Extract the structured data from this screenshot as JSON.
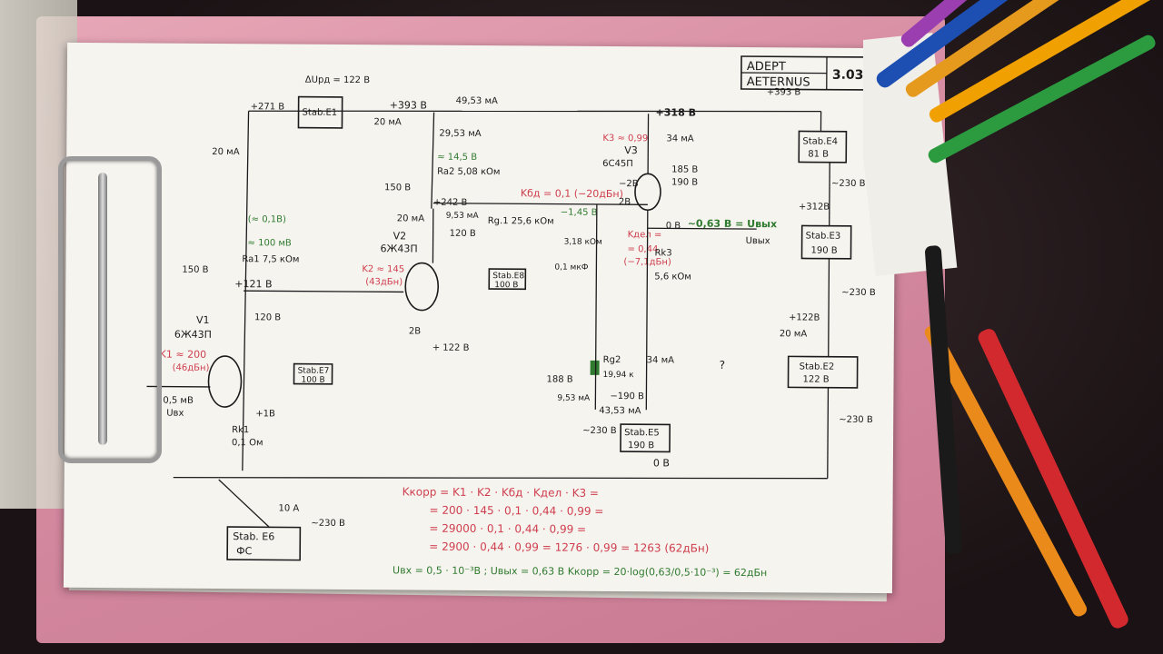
{
  "title_block": {
    "line1": "ADEPT",
    "line2": "AETERNUS",
    "sheet": "3.03"
  },
  "top": {
    "udrop": "ΔUрд = 122 В",
    "v271": "+271 В",
    "stab_e1": "Stab.E1",
    "v393a": "+393 В",
    "i49": "49,53 мА",
    "i20": "20 мА",
    "v393b": "+393 В",
    "i29": "29,53 мА",
    "i20_left": "20 мА"
  },
  "v1": {
    "tube": "V1",
    "type": "6Ж43П",
    "k1": "K1 ≈ 200",
    "k1db": "(46дБн)",
    "ra1_note": "(≈ 0,1В)",
    "ra1_mv": "≈ 100 мВ",
    "ra1": "Ra1  7,5 кОм",
    "v150": "150 В",
    "v121": "+121 В",
    "v120": "120 В",
    "stab_e7": "Stab.E7",
    "stab_e7_v": "100 В",
    "v1b": "+1В",
    "rk1": "Rk1",
    "rk1_val": "0,1 Ом",
    "u05": "0,5 мВ",
    "uvx": "Uвх"
  },
  "v2": {
    "tube": "V2",
    "type": "6Ж43П",
    "k2": "K2 ≈ 145",
    "k2db": "(43дБн)",
    "v14": "≈ 14,5 В",
    "ra2": "Ra2  5,08 кОм",
    "v150": "150 В",
    "v242": "+242 В",
    "i20": "20 мА",
    "i953": "9,53 мА",
    "v120": "120 В",
    "stab_e8": "Stab.E8",
    "stab_e8_v": "100 В",
    "v2b": "2В",
    "v122": "+ 122 В"
  },
  "middle": {
    "rg1": "Rg.1  25,6 кОм",
    "keq": "Kбд = 0,1 (−20дБн)",
    "v145": "−1,45 В",
    "r318": "3,18 кОм",
    "c01": "0,1 мкФ",
    "kdel": "Kдел =",
    "kdel_v": "= 0,44",
    "kdel_db": "(−7,1дБн)",
    "rg2": "Rg2",
    "r1994": "19,94 к",
    "v188": "188 В",
    "i953": "9,53 мА",
    "v190": "−190 В",
    "i4353": "43,53 мА"
  },
  "v3": {
    "tube": "V3",
    "type": "6С45П",
    "k3": "K3 ≈ 0,99",
    "i34": "34 мА",
    "v318": "+318 В",
    "vm2": "−2В",
    "v2": "2В",
    "v185": "185 В",
    "v190": "190 В",
    "v0": "0 В",
    "out": "~0,63 В = Uвых",
    "uvyx": "Uвых",
    "rk3": "Rk3",
    "rk3_val": "5,6 кОм",
    "i34b": "34 мА"
  },
  "right": {
    "stab_e4": "Stab.E4",
    "stab_e4_v": "81 В",
    "v230a": "~230 В",
    "v312": "+312В",
    "stab_e3": "Stab.E3",
    "stab_e3_v": "190 В",
    "v230b": "~230 В",
    "v122": "+122В",
    "i20": "20 мА",
    "stab_e2": "Stab.E2",
    "stab_e2_v": "122 В",
    "v230c": "~230 В",
    "q": "?"
  },
  "bottom": {
    "stab_e5": "Stab.E5",
    "stab_e5_v": "190 В",
    "v230": "~230 В",
    "v0": "0 В",
    "i10": "10 А",
    "stab_e6": "Stab. E6",
    "stab_e6_sub": "ФС",
    "v230b": "~230 В"
  },
  "formula": {
    "l1": "Kкорр = K1 · K2 · Kбд · Kдел · K3 =",
    "l2": "= 200 · 145 · 0,1 · 0,44 · 0,99 =",
    "l3": "= 29000 · 0,1 · 0,44 · 0,99 =",
    "l4": "= 2900 · 0,44 · 0,99 = 1276 · 0,99 = 1263 (62дБн)",
    "l5": "Uвх = 0,5 · 10⁻³В ;  Uвых = 0,63 В     Kкорр = 20·log(0,63/0,5·10⁻³) = 62дБн"
  },
  "colors": {
    "ink": "#1b1b1b",
    "red_ink": "#cf3e4e",
    "green_ink": "#2f7a2f",
    "folder": "#d58aa0",
    "paper": "#f6f4ef"
  }
}
